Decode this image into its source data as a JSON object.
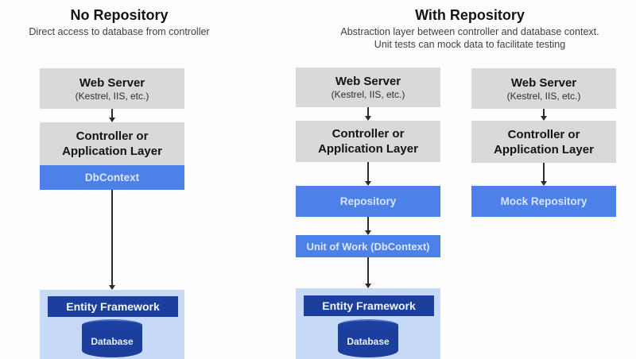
{
  "left_section": {
    "title": "No Repository",
    "subtitle": "Direct access to database from controller"
  },
  "right_section": {
    "title": "With Repository",
    "subtitle_line1": "Abstraction layer between controller and database context.",
    "subtitle_line2": "Unit tests can mock data to facilitate testing"
  },
  "no_repository_column": {
    "web_server_title": "Web Server",
    "web_server_subtitle": "(Kestrel, IIS, etc.)",
    "controller_line1": "Controller or",
    "controller_line2": "Application Layer",
    "dbcontext_label": "DbContext",
    "entity_framework_label": "Entity Framework",
    "database_label": "Database"
  },
  "with_repository_column": {
    "web_server_title": "Web Server",
    "web_server_subtitle": "(Kestrel, IIS, etc.)",
    "controller_line1": "Controller or",
    "controller_line2": "Application Layer",
    "repository_label": "Repository",
    "unit_of_work_label": "Unit of Work (DbContext)",
    "entity_framework_label": "Entity Framework",
    "database_label": "Database"
  },
  "mock_repository_column": {
    "web_server_title": "Web Server",
    "web_server_subtitle": "(Kestrel, IIS, etc.)",
    "controller_line1": "Controller or",
    "controller_line2": "Application Layer",
    "mock_repository_label": "Mock Repository"
  },
  "colors": {
    "gray_box": "#d9d9d9",
    "blue_box": "#4d80e8",
    "navy_box": "#1c3f9e",
    "light_blue_container": "#c6daf7",
    "arrow": "#2b2b2b"
  }
}
